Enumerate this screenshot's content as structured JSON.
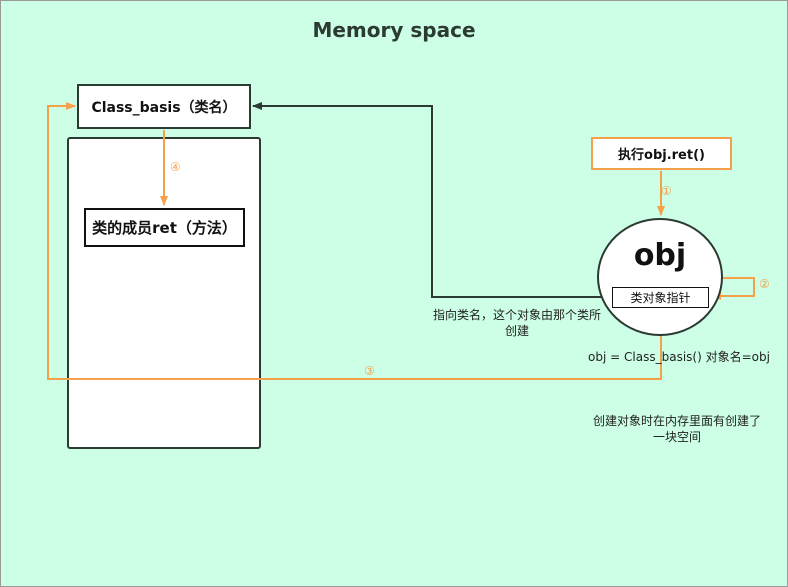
{
  "diagram": {
    "title": "Memory space",
    "class_box_label": "Class_basis（类名）",
    "method_box_label": "类的成员ret（方法）",
    "call_box_label": "执行obj.ret()",
    "object_label": "obj",
    "pointer_label": "类对象指针",
    "note_pointer": "指向类名，这个对象由那个类所创建",
    "note_assign": "obj = Class_basis() 对象名=obj",
    "note_create": "创建对象时在内存里面有创建了一块空间",
    "steps": [
      "①",
      "②",
      "③",
      "④"
    ],
    "colors": {
      "background": "#ccffe6",
      "orange_arrow": "#f5a04a",
      "dark_line": "#2b3a33"
    }
  }
}
